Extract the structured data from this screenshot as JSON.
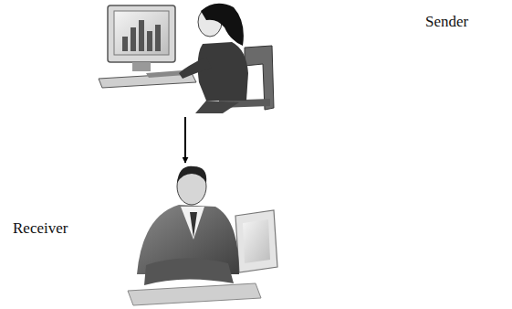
{
  "diagram": {
    "nodes": [
      {
        "text": [
          "Sender"
        ]
      },
      {
        "text": [
          "Receiver"
        ]
      }
    ],
    "edges": [
      {
        "from": 0,
        "to": 1,
        "arrow": "to"
      }
    ]
  }
}
